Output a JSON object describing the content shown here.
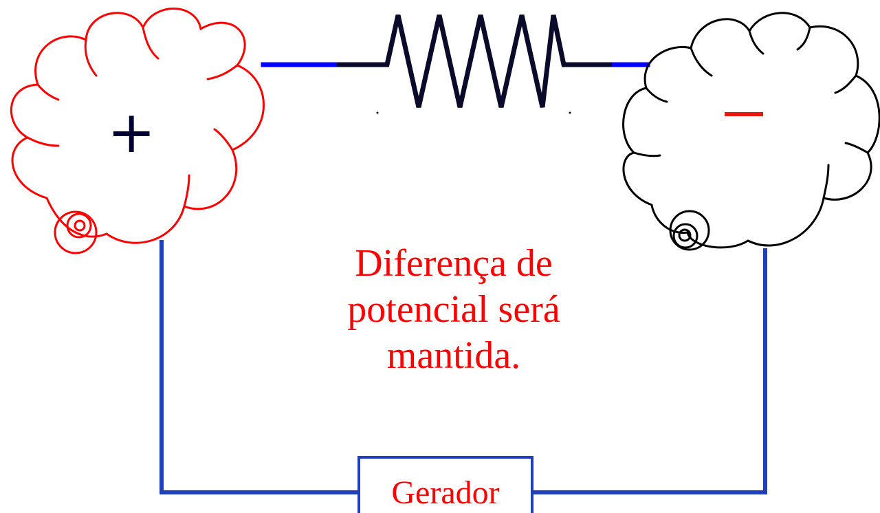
{
  "caption": {
    "line1": "Diferença de",
    "line2": "potencial será",
    "line3": "mantida."
  },
  "generator": {
    "label": "Gerador"
  },
  "positive_body": {
    "sign": "+",
    "color": "#ff0000"
  },
  "negative_body": {
    "sign_color": "#e8190e",
    "color": "#000000"
  },
  "colors": {
    "wire": "#1f3fbf",
    "wire_accent": "#0000ff",
    "resistor": "#0a0a2a",
    "caption_text": "#ff0000"
  }
}
